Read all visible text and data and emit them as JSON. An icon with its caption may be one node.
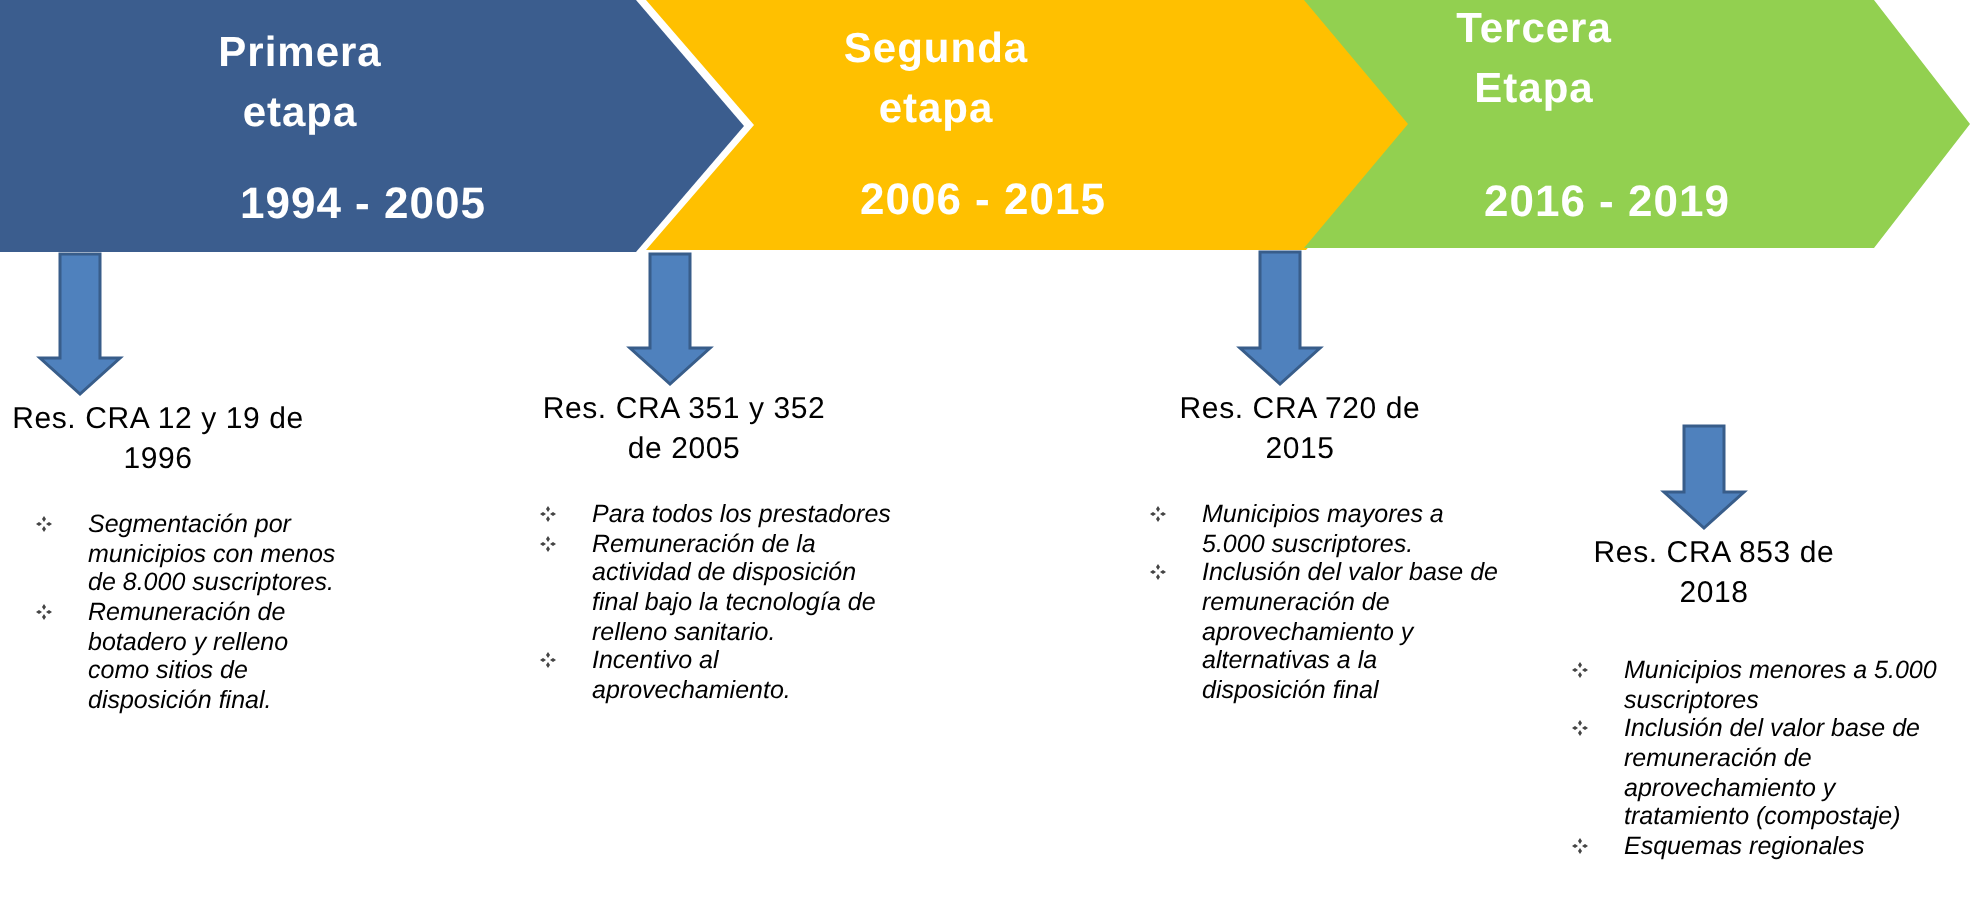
{
  "diagram": {
    "nodes": [
      {
        "text": [
          "Primera etapa",
          "1994 - 2005"
        ]
      },
      {
        "text": [
          "Segunda etapa",
          "2006 - 2015"
        ]
      },
      {
        "text": [
          "Tercera Etapa",
          "2016 - 2019"
        ]
      },
      {
        "text": [
          "Res. CRA 12 y 19 de 1996",
          "Segmentación por municipios con menos de 8.000 suscriptores.",
          "Remuneración de botadero y relleno como sitios de disposición final."
        ]
      },
      {
        "text": [
          "Res. CRA 351 y 352 de 2005",
          "Para todos los prestadores",
          "Remuneración de la actividad de disposición final bajo la tecnología de relleno sanitario.",
          "Incentivo al aprovechamiento."
        ]
      },
      {
        "text": [
          "Res. CRA 720 de 2015",
          "Municipios mayores a 5.000 suscriptores.",
          "Inclusión del valor base de remuneración de aprovechamiento y alternativas a la disposición final"
        ]
      },
      {
        "text": [
          "Res. CRA 853 de 2018",
          "Municipios menores a 5.000 suscriptores",
          "Inclusión del valor base de remuneración de aprovechamiento y tratamiento (compostaje)",
          "Esquemas regionales"
        ]
      }
    ],
    "edges": [
      {
        "from": 0,
        "to": 3,
        "arrow": "to"
      },
      {
        "from": 0,
        "to": 4,
        "arrow": "to"
      },
      {
        "from": 1,
        "to": 5,
        "arrow": "to"
      },
      {
        "from": null,
        "to": 6,
        "arrow": "to"
      }
    ]
  }
}
